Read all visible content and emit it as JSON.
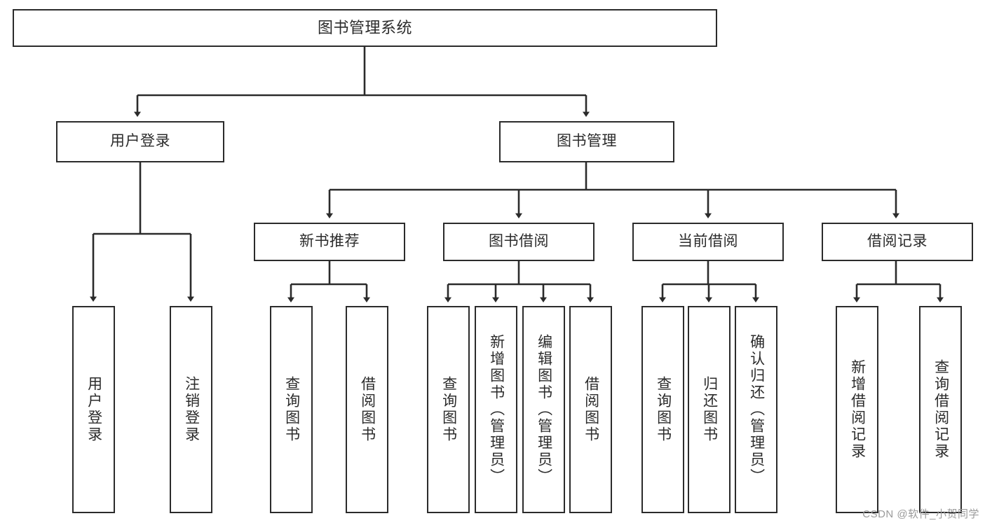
{
  "diagram": {
    "title": "图书管理系统",
    "style": {
      "line_color": "#2b2b2b",
      "box_border_color": "#2b2b2b",
      "box_fill": "#ffffff",
      "text_color": "#2b2b2b",
      "background": "#ffffff",
      "watermark_color": "#9a9a9a"
    },
    "levels": {
      "root": {
        "label": "图书管理系统"
      },
      "level2": [
        {
          "label": "用户登录"
        },
        {
          "label": "图书管理"
        }
      ],
      "level3": [
        {
          "label": "新书推荐"
        },
        {
          "label": "图书借阅"
        },
        {
          "label": "当前借阅"
        },
        {
          "label": "借阅记录"
        }
      ],
      "level4": {
        "user_login_children": [
          {
            "label": "用户登录"
          },
          {
            "label": "注销登录"
          }
        ],
        "new_book_children": [
          {
            "label": "查询图书"
          },
          {
            "label": "借阅图书"
          }
        ],
        "borrow_book_children": [
          {
            "label": "查询图书"
          },
          {
            "label": "新增图书（管理员）"
          },
          {
            "label": "编辑图书（管理员）"
          },
          {
            "label": "借阅图书"
          }
        ],
        "current_borrow_children": [
          {
            "label": "查询图书"
          },
          {
            "label": "归还图书"
          },
          {
            "label": "确认归还（管理员）"
          }
        ],
        "borrow_record_children": [
          {
            "label": "新增借阅记录"
          },
          {
            "label": "查询借阅记录"
          }
        ]
      }
    }
  },
  "watermark": {
    "text": "CSDN @软件_小贺同学"
  }
}
